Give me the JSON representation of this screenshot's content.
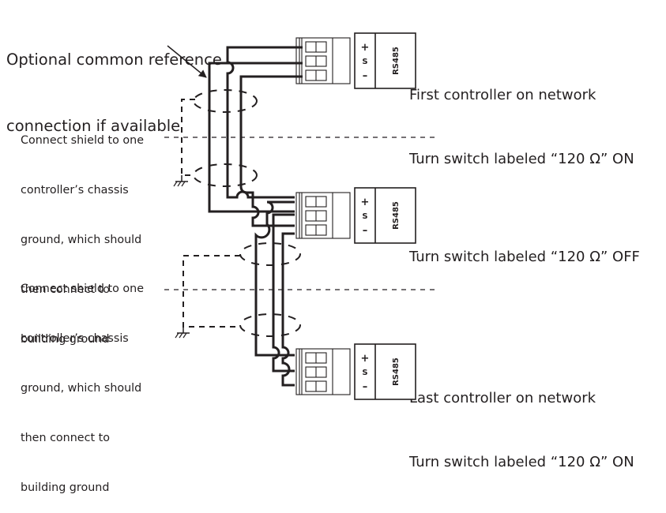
{
  "annotations": {
    "reference": {
      "lines": [
        "Optional common reference",
        "connection if available"
      ],
      "icon": "arrow-icon"
    },
    "shield_notes": [
      {
        "lines": [
          "Connect shield to one",
          "controller’s chassis",
          "ground, which should",
          "then connect to",
          "building ground"
        ]
      },
      {
        "lines": [
          "Connect shield to one",
          "controller’s chassis",
          "ground, which should",
          "then connect to",
          "building ground"
        ]
      }
    ]
  },
  "controllers": [
    {
      "position": "first",
      "lines": [
        "First controller on network",
        "Turn switch labeled “120 Ω” ON"
      ],
      "switch_120_ohm": "ON"
    },
    {
      "position": "middle",
      "lines": [
        "Turn switch labeled “120 Ω” OFF"
      ],
      "switch_120_ohm": "OFF"
    },
    {
      "position": "last",
      "lines": [
        "Last controller on network",
        "Turn switch labeled “120 Ω” ON"
      ],
      "switch_120_ohm": "ON"
    }
  ],
  "connector": {
    "terminals": [
      "+",
      "S",
      "–"
    ],
    "port_label": "RS485"
  },
  "icons": [
    "arrow-icon",
    "ground-icon",
    "terminal-block-icon",
    "shield-ellipse-icon"
  ]
}
